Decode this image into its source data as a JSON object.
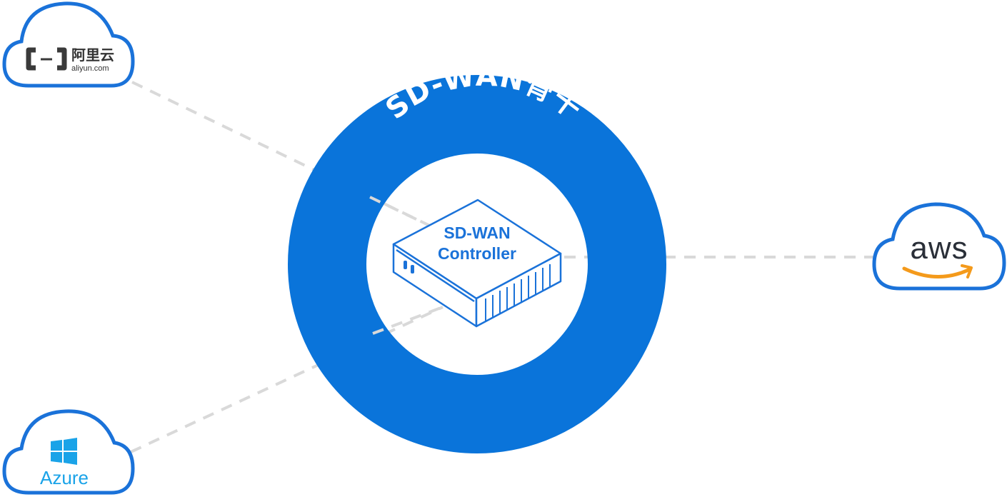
{
  "backbone": {
    "label": "SD-WAN骨干",
    "color": "#0a74da"
  },
  "controller": {
    "line1": "SD-WAN",
    "line2": "Controller",
    "color": "#1a72d9"
  },
  "clouds": {
    "aliyun": {
      "name_cn": "阿里云",
      "domain": "aliyun.com",
      "icon": "aliyun-logo"
    },
    "aws": {
      "name": "aws",
      "icon": "amazon-smile-arrow",
      "arrow_color": "#f49a1b"
    },
    "azure": {
      "name": "Azure",
      "icon": "windows-logo",
      "color": "#1aa3e8"
    }
  },
  "connector": {
    "style": "dashed",
    "color": "#d9d9d9"
  }
}
